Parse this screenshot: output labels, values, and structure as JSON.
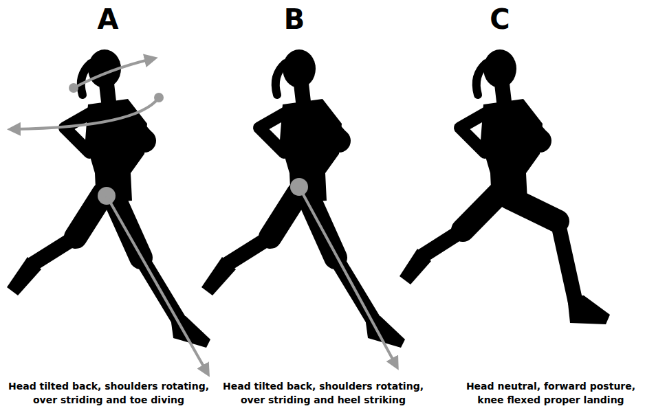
{
  "diagram": {
    "labels": [
      "A",
      "B",
      "C",
      "Head tilted back, shoulders rotating, over striding and toe diving",
      "Head tilted back, shoulders rotating, over striding and heel striking",
      "Head neutral, forward posture, knee flexed proper landing"
    ]
  }
}
